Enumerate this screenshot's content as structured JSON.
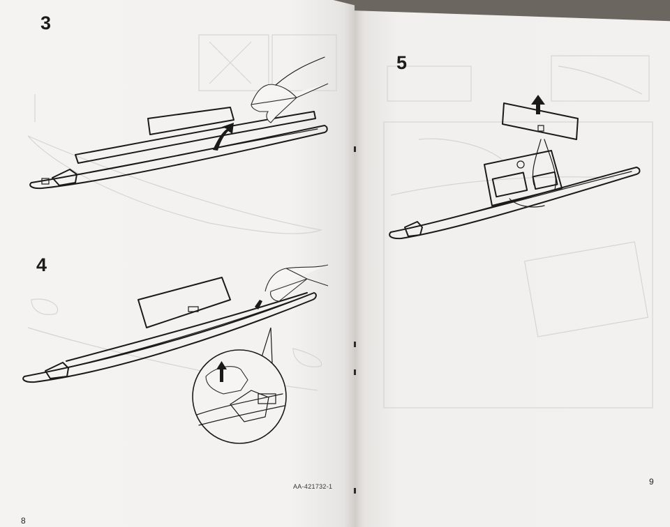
{
  "left_page": {
    "steps": [
      {
        "number": "3"
      },
      {
        "number": "4"
      }
    ],
    "article_code": "AA-421732-1",
    "page_number": "8"
  },
  "right_page": {
    "steps": [
      {
        "number": "5"
      }
    ],
    "page_number": "9"
  },
  "colors": {
    "paper": "#f2f1ef",
    "ink": "#1a1a1a",
    "show_through": "#d6d4d1",
    "background": "#6b6660"
  }
}
